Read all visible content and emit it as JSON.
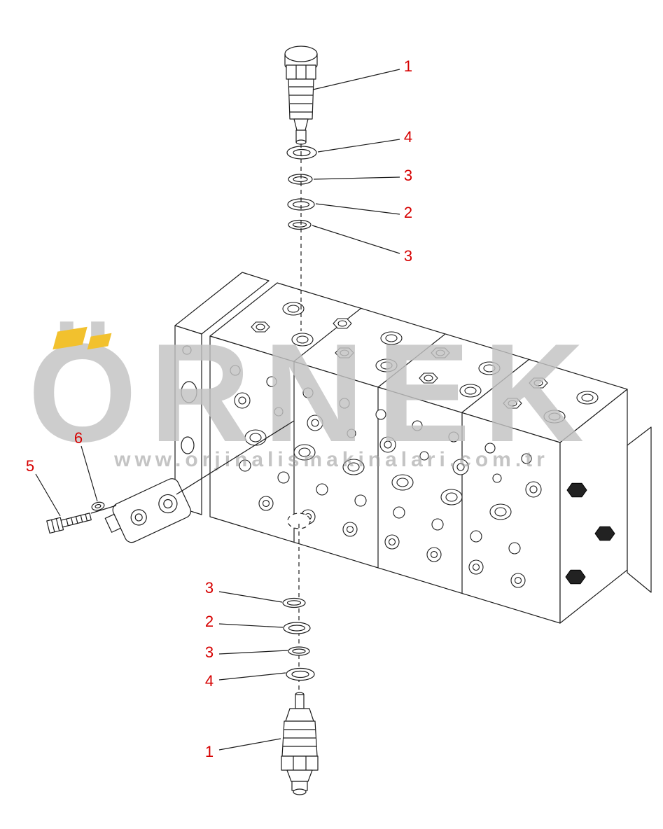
{
  "diagram": {
    "type": "exploded-parts-diagram",
    "subject": "hydraulic-control-valve-assembly",
    "callouts": [
      {
        "label": "1"
      },
      {
        "label": "4"
      },
      {
        "label": "3"
      },
      {
        "label": "2"
      },
      {
        "label": "3"
      },
      {
        "label": "6"
      },
      {
        "label": "5"
      },
      {
        "label": "3"
      },
      {
        "label": "2"
      },
      {
        "label": "3"
      },
      {
        "label": "4"
      },
      {
        "label": "1"
      }
    ],
    "watermark": {
      "brand": "ÖRNEK",
      "url": "www.orjinalismakinalari.com.tr",
      "brand_color": "#c3c3c3",
      "accent_color": "#f2c12e"
    },
    "colors": {
      "callout": "#d60000",
      "line": "#1c1c1c",
      "background": "#ffffff"
    }
  }
}
